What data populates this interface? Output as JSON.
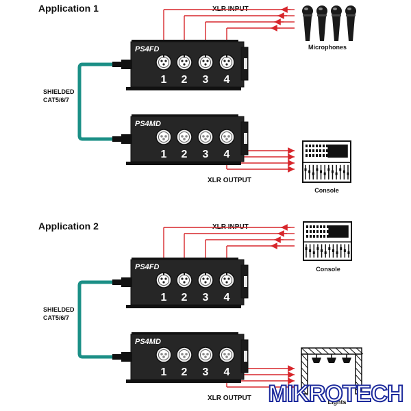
{
  "app1": {
    "title": "Application 1",
    "input_label": "XLR INPUT",
    "output_label": "XLR OUTPUT",
    "top_box": "PS4FD",
    "bottom_box": "PS4MD",
    "cable_label": [
      "SHIELDED",
      "CAT5/6/7"
    ],
    "source": "Microphones",
    "destination": "Console",
    "channels": [
      "1",
      "2",
      "3",
      "4"
    ]
  },
  "app2": {
    "title": "Application 2",
    "input_label": "XLR INPUT",
    "output_label": "XLR OUTPUT",
    "top_box": "PS4FD",
    "bottom_box": "PS4MD",
    "cable_label": [
      "SHIELDED",
      "CAT5/6/7"
    ],
    "source": "Console",
    "destination": "Lights",
    "channels": [
      "1",
      "2",
      "3",
      "4"
    ]
  },
  "watermark": "MIKROTECH",
  "colors": {
    "signal": "#d7262b",
    "cable": "#1b8f86",
    "box": "#262626",
    "watermark_fill": "#1c2a9c"
  }
}
